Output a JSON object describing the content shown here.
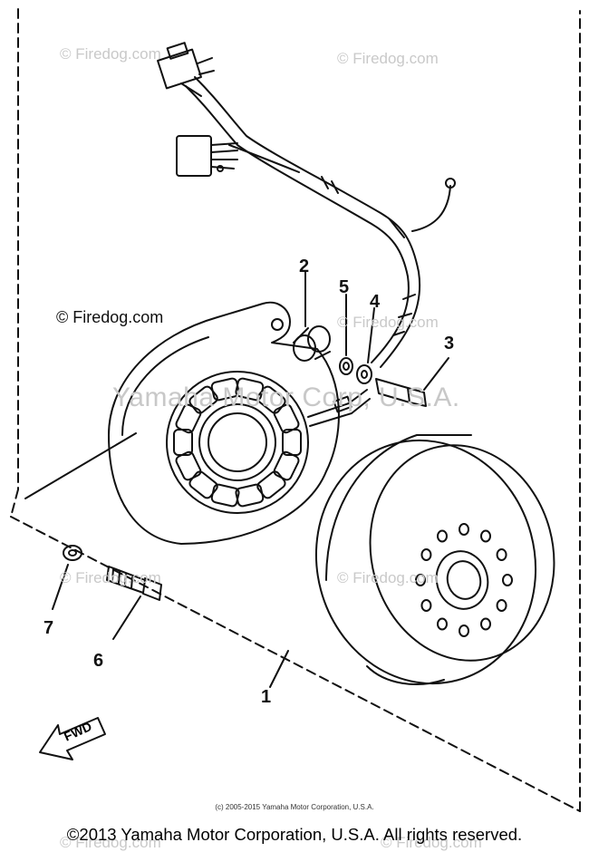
{
  "watermarks": {
    "top_left": "© Firedog.com",
    "top_right": "© Firedog.com",
    "mid_left": "© Firedog.com",
    "mid_right": "© Firedog.com",
    "lower_left": "© Firedog.com",
    "lower_right": "© Firedog.com",
    "bottom_left": "© Firedog.com",
    "bottom_right": "© Firedog.com",
    "big": "Yamaha Motor Corp, U.S.A."
  },
  "callouts": {
    "c1": "1",
    "c2": "2",
    "c3": "3",
    "c4": "4",
    "c5": "5",
    "c6": "6",
    "c7": "7"
  },
  "fwd_label": "FWD",
  "small_copyright": "(c) 2005-2015 Yamaha Motor Corporation, U.S.A.",
  "footer_copyright": "©2013 Yamaha Motor Corporation, U.S.A. All rights reserved."
}
